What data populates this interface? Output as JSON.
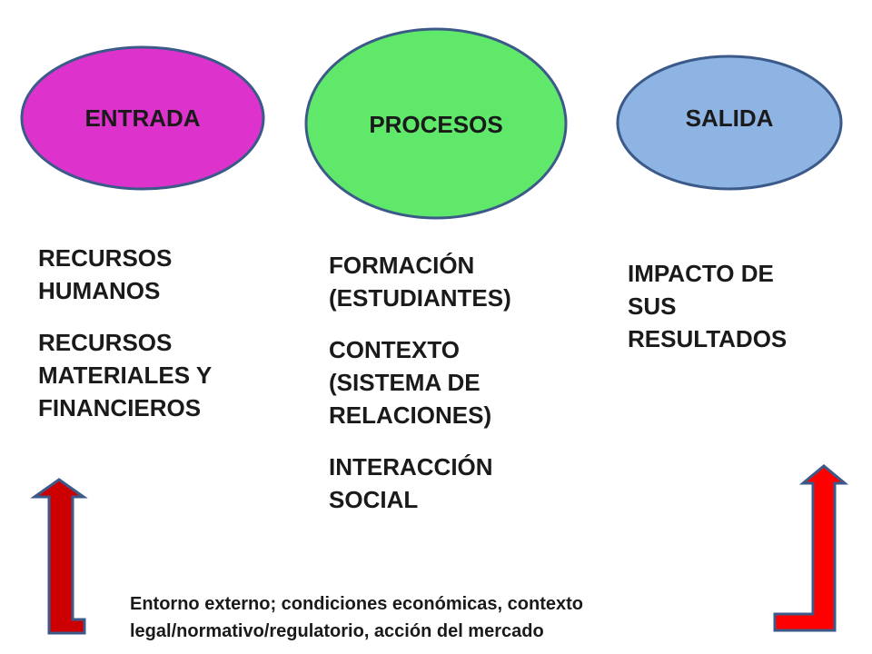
{
  "nodes": {
    "entrada": {
      "label": "ENTRADA",
      "color": "#dd33cc"
    },
    "procesos": {
      "label": "PROCESOS",
      "color": "#5fe86a"
    },
    "salida": {
      "label": "SALIDA",
      "color": "#8eb4e3"
    }
  },
  "entrada_items": [
    [
      "RECURSOS",
      "HUMANOS"
    ],
    [
      "RECURSOS",
      "MATERIALES Y",
      "FINANCIEROS"
    ]
  ],
  "procesos_items": [
    [
      "FORMACIÓN",
      "(ESTUDIANTES)"
    ],
    [
      "CONTEXTO",
      "(SISTEMA DE",
      "RELACIONES)"
    ],
    [
      "INTERACCIÓN",
      "SOCIAL"
    ]
  ],
  "salida_items": [
    [
      "IMPACTO DE",
      "SUS",
      "RESULTADOS"
    ]
  ],
  "footer": {
    "lines": [
      "Entorno externo; condiciones económicas, contexto",
      "legal/normativo/regulatorio, acción del mercado"
    ]
  },
  "colors": {
    "outline": "#3b5a8a",
    "arrow_fill_left": "#cc0000",
    "arrow_fill_right": "#ff0000",
    "arrow_outline": "#3b5a8a"
  }
}
